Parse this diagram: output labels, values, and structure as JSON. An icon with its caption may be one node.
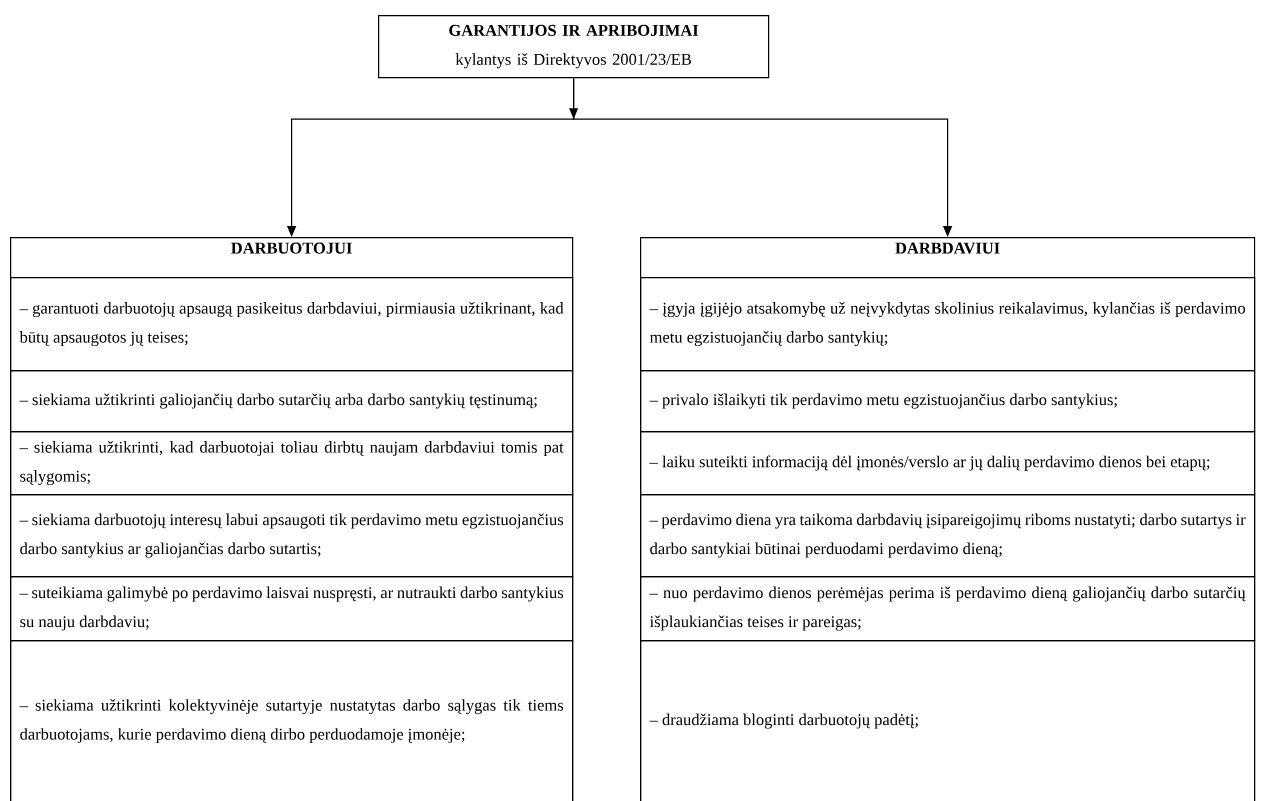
{
  "diagram": {
    "nodes": [
      {
        "text": [
          "**GARANTIJOS IR APRIBOJIMAI** kylantys iš Direktyvos 2001/23/EB"
        ]
      },
      {
        "text": [
          "DARBUOTOJUI"
        ]
      },
      {
        "text": [
          "– garantuoti darbuotojų apsaugą pasikeitus darbdaviui, pirmiausia užtikrinant, kad būtų apsaugotos jų teises;"
        ],
        "in": 1
      },
      {
        "text": [
          "– siekiama užtikrinti galiojančių darbo sutarčių arba darbo santykių tęstinumą;"
        ],
        "in": 1
      },
      {
        "text": [
          "– siekiama užtikrinti, kad darbuotojai toliau dirbtų naujam darbdaviui tomis pat sąlygomis;"
        ],
        "in": 1
      },
      {
        "text": [
          "– siekiama darbuotojų interesų labui apsaugoti tik perdavimo metu egzistuojančius darbo santykius ar galiojančias darbo sutartis;"
        ],
        "in": 1
      },
      {
        "text": [
          "– suteikiama galimybė po perdavimo laisvai nuspręsti, ar nutraukti darbo santykius su nauju darbdaviu;"
        ],
        "in": 1
      },
      {
        "text": [
          "– siekiama užtikrinti kolektyvinėje sutartyje nustatytas darbo sąlygas tik tiems darbuotojams, kurie perdavimo dieną dirbo perduodamoje įmonėje;"
        ],
        "in": 1
      },
      {
        "text": [
          "DARBDAVIUI"
        ]
      },
      {
        "text": [
          "– įgyja įgijėjo atsakomybę už neįvykdytas skolinius reikalavimus, kylančias iš perdavimo metu egzistuojančių darbo santykių;"
        ],
        "in": 8
      },
      {
        "text": [
          "– privalo išlaikyti tik perdavimo metu egzistuojančius darbo santykius;"
        ],
        "in": 8
      },
      {
        "text": [
          "– laiku suteikti informaciją dėl įmonės/verslo ar jų dalių perdavimo dienos bei etapų;"
        ],
        "in": 8
      },
      {
        "text": [
          "– perdavimo diena yra taikoma darbdavių įsipareigojimų riboms nustatyti; darbo sutartys ir darbo santykiai būtinai perduodami perdavimo dieną;"
        ],
        "in": 8
      },
      {
        "text": [
          "– nuo perdavimo dienos perėmėjas perima iš perdavimo dieną galiojančių darbo sutarčių išplaukiančias teises ir pareigas;"
        ],
        "in": 8
      },
      {
        "text": [
          "– draudžiama bloginti darbuotojų padėtį;"
        ],
        "in": 8
      }
    ],
    "edges": [
      {
        "from": 0,
        "to": 1,
        "arrow": "to"
      },
      {
        "from": 0,
        "to": 8,
        "arrow": "to"
      }
    ]
  }
}
